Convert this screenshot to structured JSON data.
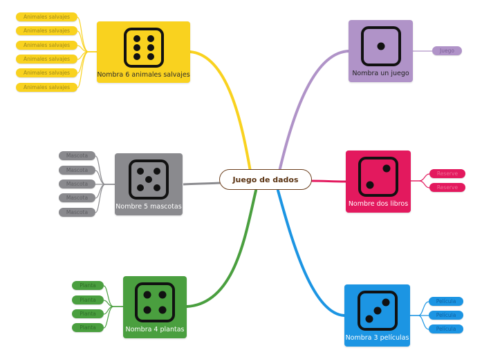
{
  "central": {
    "label": "Juego de dados",
    "border_color": "#6b3e1c"
  },
  "topics": [
    {
      "id": "animales",
      "label": "Nombra 6 animales salvajes",
      "pips": 6,
      "color": "#f9d21f",
      "text_color": "#2b2b2b",
      "children": [
        "Animales salvajes",
        "Animales salvajes",
        "Animales salvajes",
        "Animales salvajes",
        "Animales salvajes",
        "Animales salvajes"
      ],
      "leaf_text_color": "#a08a1a"
    },
    {
      "id": "mascotas",
      "label": "Nombre 5 mascotas",
      "pips": 5,
      "color": "#8a8a8e",
      "text_color": "#ffffff",
      "children": [
        "Mascota",
        "Mascota",
        "Mascota",
        "Mascota",
        "Mascota"
      ],
      "leaf_text_color": "#5e5e62"
    },
    {
      "id": "plantas",
      "label": "Nombra 4 plantas",
      "pips": 4,
      "color": "#4a9f3f",
      "text_color": "#ffffff",
      "children": [
        "Planta",
        "Planta",
        "Planta",
        "Planta"
      ],
      "leaf_text_color": "#2f6e28"
    },
    {
      "id": "juego",
      "label": "Nombra un juego",
      "pips": 1,
      "color": "#b093c8",
      "text_color": "#222222",
      "children": [
        "Juego"
      ],
      "leaf_text_color": "#7a5e94"
    },
    {
      "id": "libros",
      "label": "Nombre dos libros",
      "pips": 2,
      "color": "#e3195e",
      "text_color": "#ffffff",
      "children": [
        "Reserve",
        "Reserve"
      ],
      "leaf_text_color": "#f06e98"
    },
    {
      "id": "peliculas",
      "label": "Nombra 3 películas",
      "pips": 3,
      "color": "#1c95e3",
      "text_color": "#ffffff",
      "children": [
        "Película",
        "Película",
        "Película"
      ],
      "leaf_text_color": "#0f62a0"
    }
  ]
}
